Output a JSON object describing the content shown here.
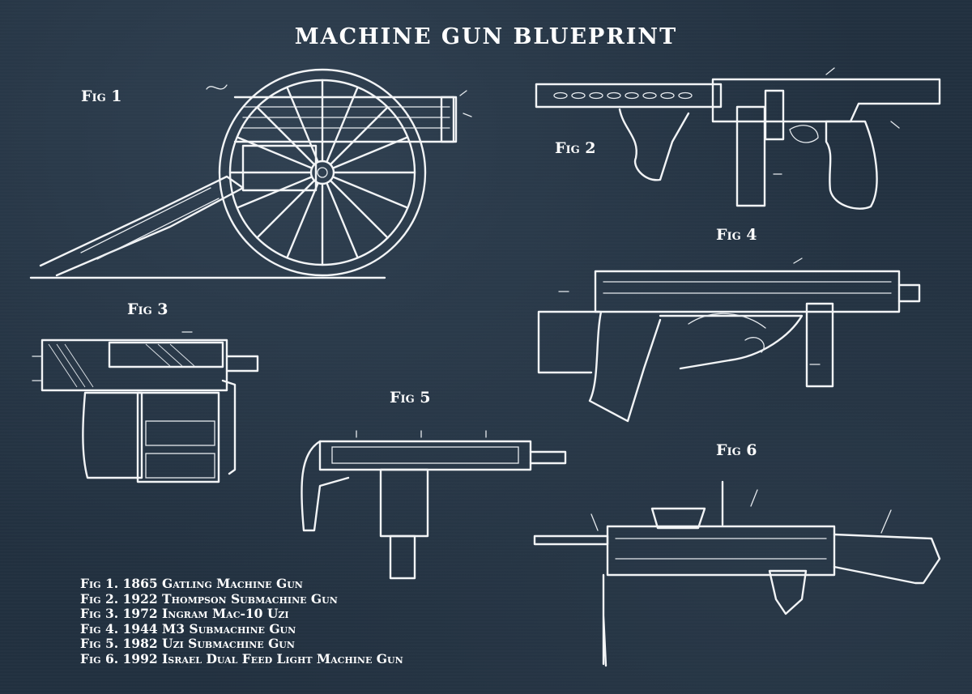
{
  "title": "MACHINE GUN BLUEPRINT",
  "figures": [
    {
      "label": "Fig 1"
    },
    {
      "label": "Fig 2"
    },
    {
      "label": "Fig 3"
    },
    {
      "label": "Fig 4"
    },
    {
      "label": "Fig 5"
    },
    {
      "label": "Fig 6"
    }
  ],
  "legend": [
    "Fig 1. 1865 Gatling Machine Gun",
    "Fig 2. 1922 Thompson Submachine Gun",
    "Fig 3. 1972 Ingram Mac-10 Uzi",
    "Fig 4. 1944 M3 Submachine Gun",
    "Fig 5. 1982 Uzi Submachine Gun",
    "Fig 6. 1992 Israel Dual Feed Light Machine Gun"
  ],
  "colors": {
    "background": "#223140",
    "ink": "#f2f4f6"
  }
}
